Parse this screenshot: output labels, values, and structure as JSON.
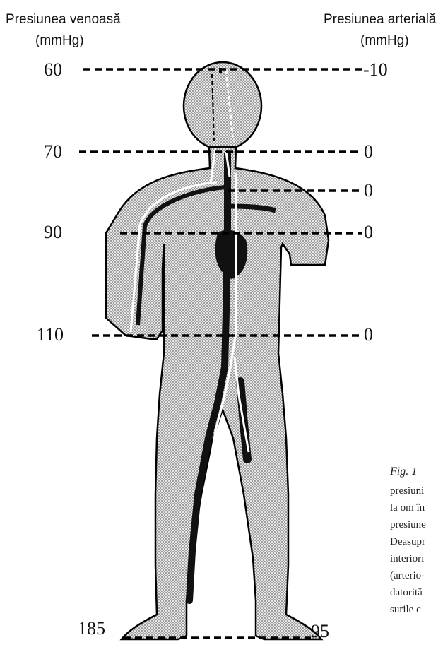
{
  "headers": {
    "venous_title": "Presiunea venoasă",
    "venous_unit": "(mmHg)",
    "arterial_title": "Presiunea arterială",
    "arterial_unit": "(mmHg)"
  },
  "levels": [
    {
      "venous": "60",
      "arterial": "-10"
    },
    {
      "venous": "70",
      "arterial": "0"
    },
    {
      "venous": "",
      "arterial": "0"
    },
    {
      "venous": "90",
      "arterial": "0"
    },
    {
      "venous": "110",
      "arterial": "0"
    },
    {
      "venous": "185",
      "arterial": "95"
    }
  ],
  "caption": {
    "fig": "Fig. 1",
    "lines": [
      "presiuni",
      "la om în",
      "presiune",
      "Deasupr",
      "interiorı",
      "(arterio-",
      "datorită",
      "surile c"
    ]
  },
  "colors": {
    "body_fill": "#c9c9c9",
    "outline": "#000000",
    "vessel": "#111111"
  }
}
